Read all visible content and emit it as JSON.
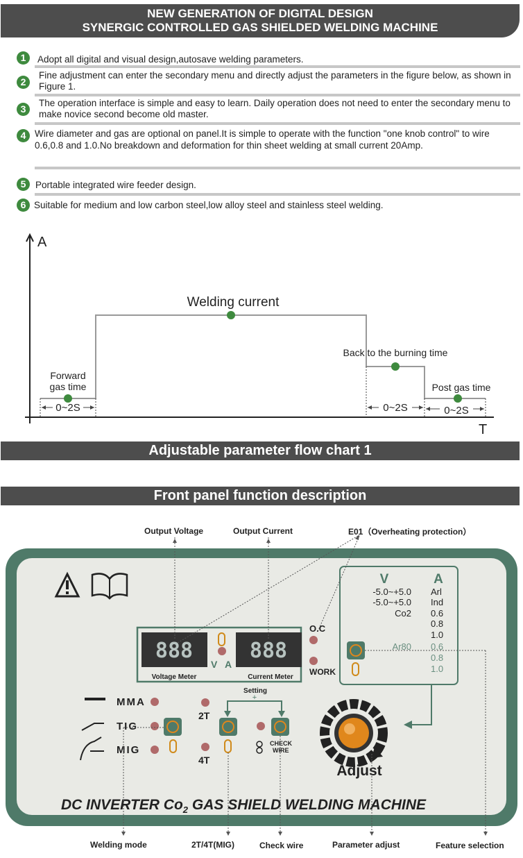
{
  "header": {
    "line1": "NEW GENERATION OF DIGITAL DESIGN",
    "line2": "SYNERGIC CONTROLLED GAS SHIELDED WELDING MACHINE"
  },
  "features": [
    {
      "num": "1",
      "text": "Adopt all digital and visual design,autosave welding parameters."
    },
    {
      "num": "2",
      "text": "Fine adjustment can enter the secondary menu and directly adjust the parameters in the figure below, as shown in Figure 1."
    },
    {
      "num": "3",
      "text": "The operation interface is simple and easy to learn. Daily operation does not need to enter the secondary menu to make novice second become old master."
    },
    {
      "num": "4",
      "text": "Wire diameter and gas are optional on panel.It is simple to operate with the function \"one knob control\" to wire 0.6,0.8 and 1.0.No breakdown and deformation for thin sheet welding at small current 20Amp."
    },
    {
      "num": "5",
      "text": "Portable integrated wire feeder design."
    },
    {
      "num": "6",
      "text": "Suitable for medium and low carbon steel,low alloy steel and stainless steel welding."
    }
  ],
  "flow_chart": {
    "y_axis": "A",
    "x_axis": "T",
    "welding_current": "Welding current",
    "forward_gas_line1": "Forward",
    "forward_gas_line2": "gas time",
    "back_burn": "Back to the burning time",
    "post_gas": "Post gas time",
    "interval_1": "0~2S",
    "interval_2": "0~2S",
    "interval_3": "0~2S",
    "caption": "Adjustable parameter flow chart 1"
  },
  "panel_section_title": "Front panel function description",
  "panel": {
    "callouts": {
      "output_voltage": "Output Voltage",
      "output_current": "Output Current",
      "e01": "E01（Overheating protection）",
      "welding_mode": "Welding mode",
      "mode_2t4t": "2T/4T(MIG)",
      "check_wire": "Check wire",
      "parameter_adjust": "Parameter adjust",
      "feature_selection": "Feature selection"
    },
    "voltage_digits": "888",
    "current_digits": "888",
    "voltage_meter": "Voltage Meter",
    "current_meter": "Current Meter",
    "v_unit": "V",
    "a_unit": "A",
    "oc": "O.C",
    "work": "WORK",
    "modes": [
      "MMA",
      "TIG",
      "MIG"
    ],
    "t2": "2T",
    "t4": "4T",
    "setting": "Setting",
    "setting_plus": "+",
    "check_wire_label_1": "CHECK",
    "check_wire_label_2": "WIRE",
    "adjust": "Adjust",
    "title_pre": "DC INVERTER Co",
    "title_sub": "2",
    "title_post": " GAS SHIELD WELDING MACHINE",
    "table": {
      "v_head": "V",
      "a_head": "A",
      "rows": [
        {
          "v": "-5.0~+5.0",
          "a": "Arl"
        },
        {
          "v": "-5.0~+5.0",
          "a": "Ind"
        },
        {
          "v": "Co2",
          "a": "0.6"
        },
        {
          "v": "",
          "a": "0.8"
        },
        {
          "v": "",
          "a": "1.0"
        },
        {
          "v": "Ar80",
          "a": "0.6"
        },
        {
          "v": "",
          "a": "0.8"
        },
        {
          "v": "",
          "a": "1.0"
        }
      ]
    }
  },
  "colors": {
    "banner": "#4d4d4d",
    "green": "#3e8a3e",
    "panel_border": "#4f7a69",
    "panel_face": "#e9eae5",
    "led_red": "#d32222",
    "knob": "#e0871c"
  }
}
